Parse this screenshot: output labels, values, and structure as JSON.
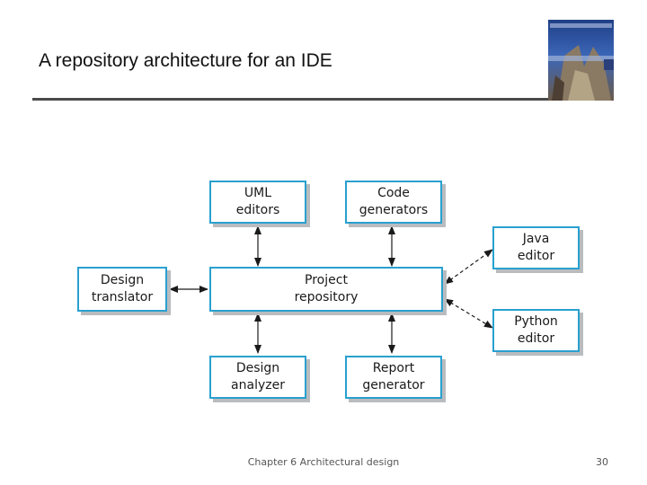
{
  "slide": {
    "title": "A repository architecture for an IDE"
  },
  "diagram": {
    "boxes": {
      "uml_editors": "UML\neditors",
      "code_generators": "Code\ngenerators",
      "java_editor": "Java\neditor",
      "design_translator": "Design\ntranslator",
      "project_repository": "Project\nrepository",
      "python_editor": "Python\neditor",
      "design_analyzer": "Design\nanalyzer",
      "report_generator": "Report\ngenerator"
    }
  },
  "footer": {
    "chapter": "Chapter 6 Architectural design",
    "page": "30"
  },
  "colors": {
    "box_border": "#29a0cf",
    "box_shadow": "#b9bcbf",
    "arrow": "#1a1a1a"
  }
}
